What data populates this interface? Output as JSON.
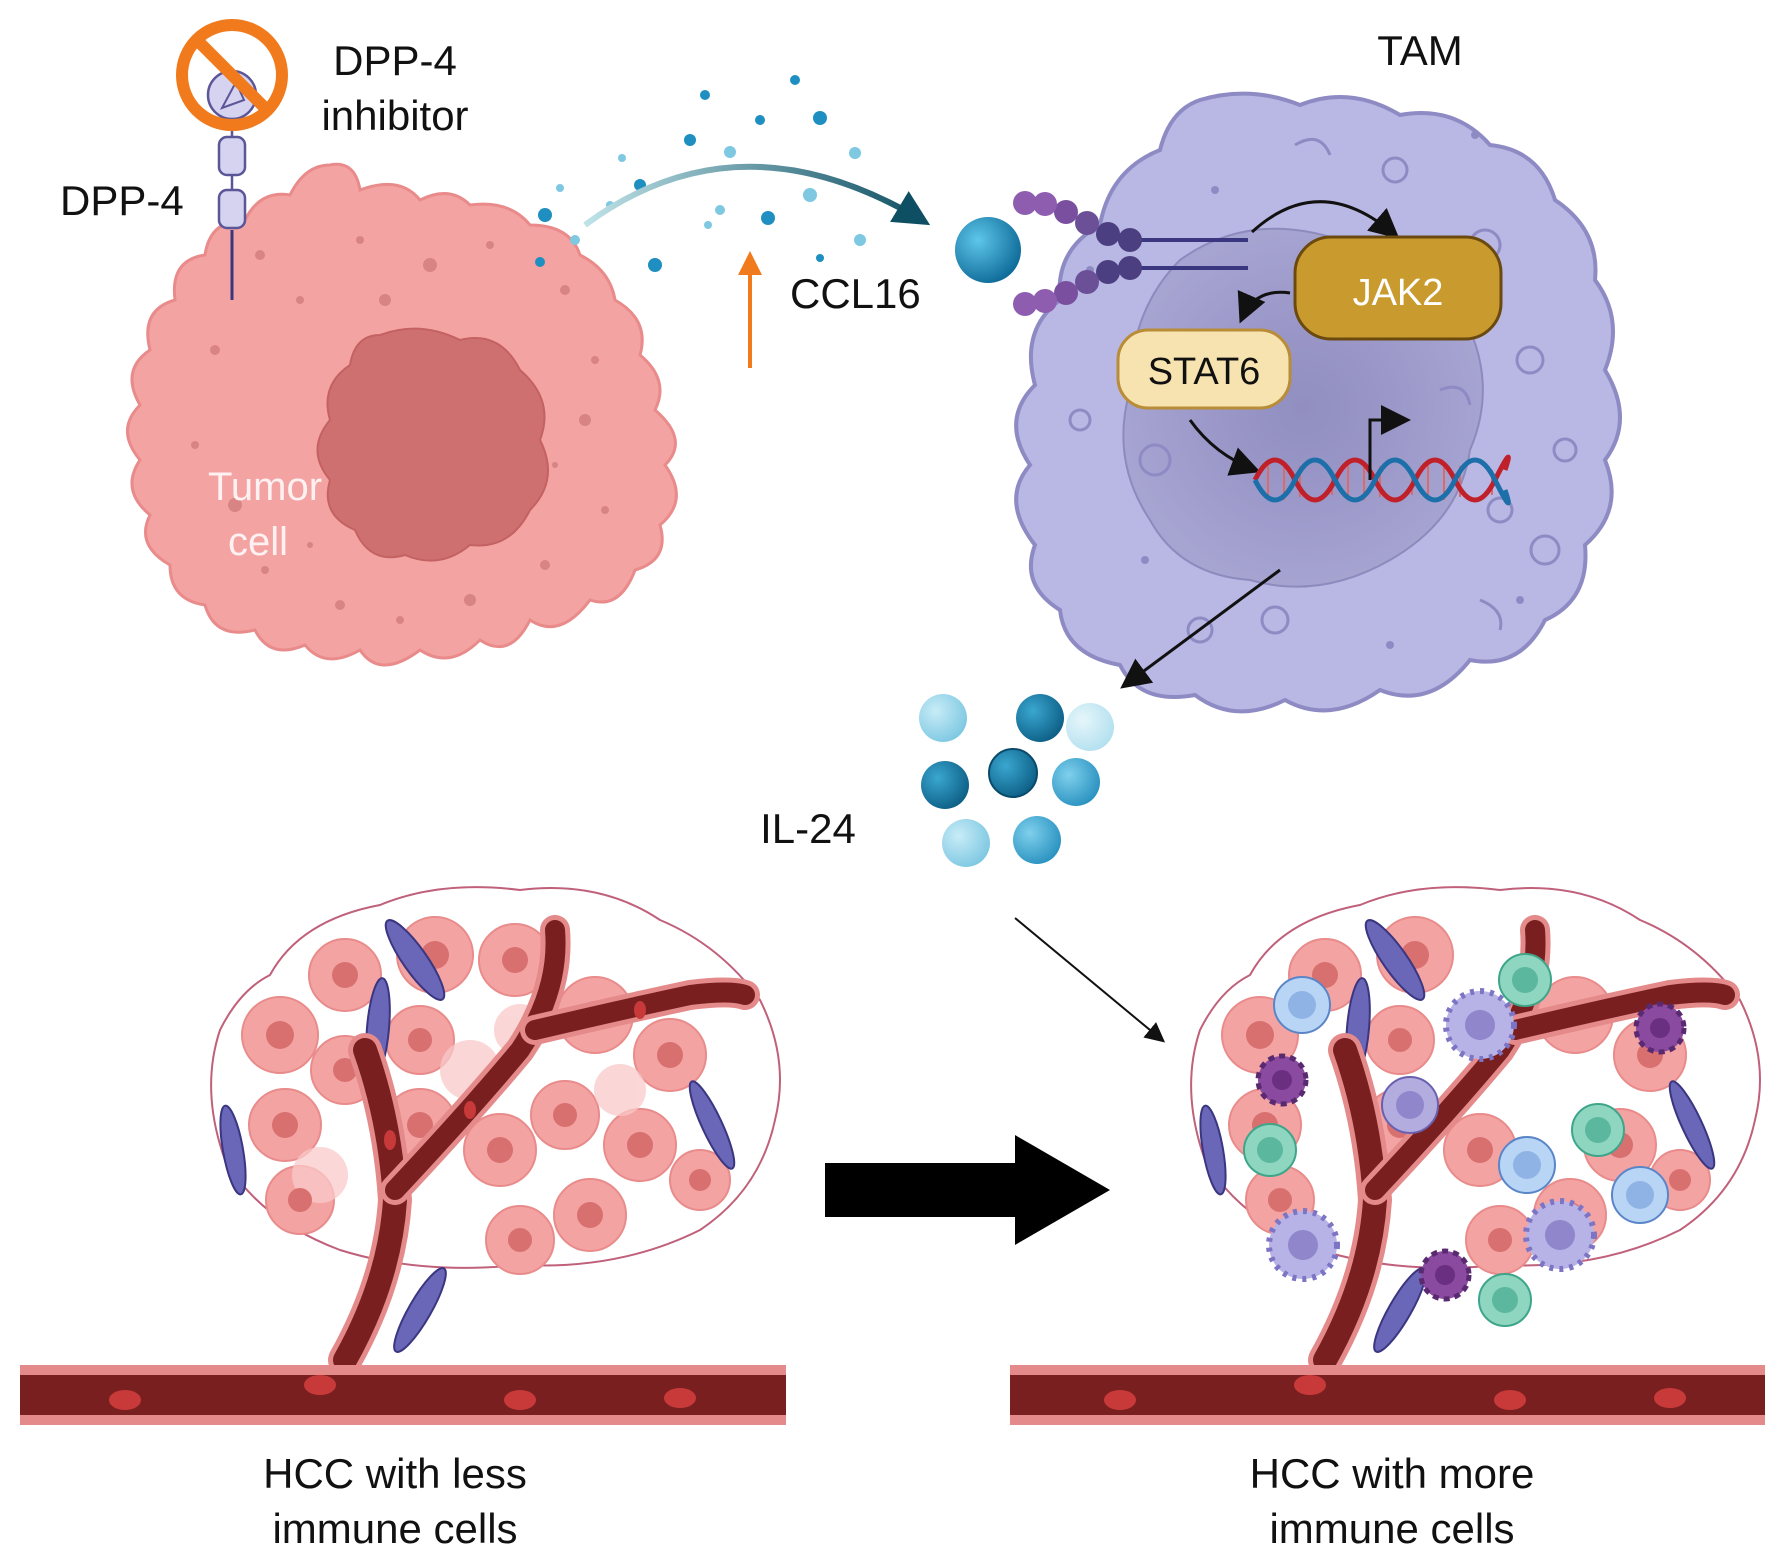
{
  "labels": {
    "dpp4_inhibitor_line1": "DPP-4",
    "dpp4_inhibitor_line2": "inhibitor",
    "dpp4": "DPP-4",
    "tumor_cell_line1": "Tumor",
    "tumor_cell_line2": "cell",
    "ccl16": "CCL16",
    "tam": "TAM",
    "jak2": "JAK2",
    "stat6": "STAT6",
    "il24": "IL-24",
    "hcc_less_line1": "HCC with less",
    "hcc_less_line2": "immune cells",
    "hcc_more_line1": "HCC with more",
    "hcc_more_line2": "immune cells"
  },
  "colors": {
    "tumor_cell": "#f4a3a3",
    "tumor_nucleus": "#cf7070",
    "tam_cell": "#b9b7e3",
    "tam_nucleus": "#9f9cc9",
    "jak2": "#c99a2e",
    "stat6": "#f7e3b0",
    "ccl16_dot": "#1e8fc0",
    "vessel": "#7a1f1f",
    "vessel_edge": "#e58a8a",
    "inhibitor_sign": "#f07a1c",
    "upregulation_arrow": "#f07a1c"
  }
}
